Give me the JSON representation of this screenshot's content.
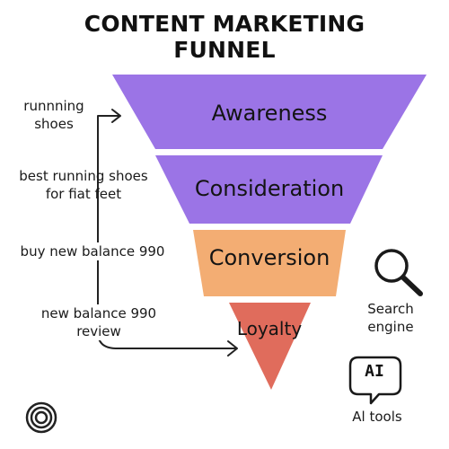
{
  "title": {
    "line1": "CONTENT MARKETING",
    "line2": "FUNNEL"
  },
  "stages": [
    {
      "label": "Awareness",
      "color": "#9b74e6"
    },
    {
      "label": "Consideration",
      "color": "#9b74e6"
    },
    {
      "label": "Conversion",
      "color": "#f3ad73"
    },
    {
      "label": "Loyalty",
      "color": "#e06c5c"
    }
  ],
  "queries": [
    {
      "line1": "runnning",
      "line2": "shoes"
    },
    {
      "line1": "best running shoes",
      "line2": "for fiat feet"
    },
    {
      "line1": "buy new balance 990",
      "line2": ""
    },
    {
      "line1": "new balance 990",
      "line2": "review"
    }
  ],
  "tools": [
    {
      "label_line1": "Search",
      "label_line2": "engine",
      "icon": "magnifier-icon"
    },
    {
      "label_line1": "Al tools",
      "label_line2": "",
      "icon_text": "AI",
      "icon": "ai-chat-icon"
    }
  ]
}
